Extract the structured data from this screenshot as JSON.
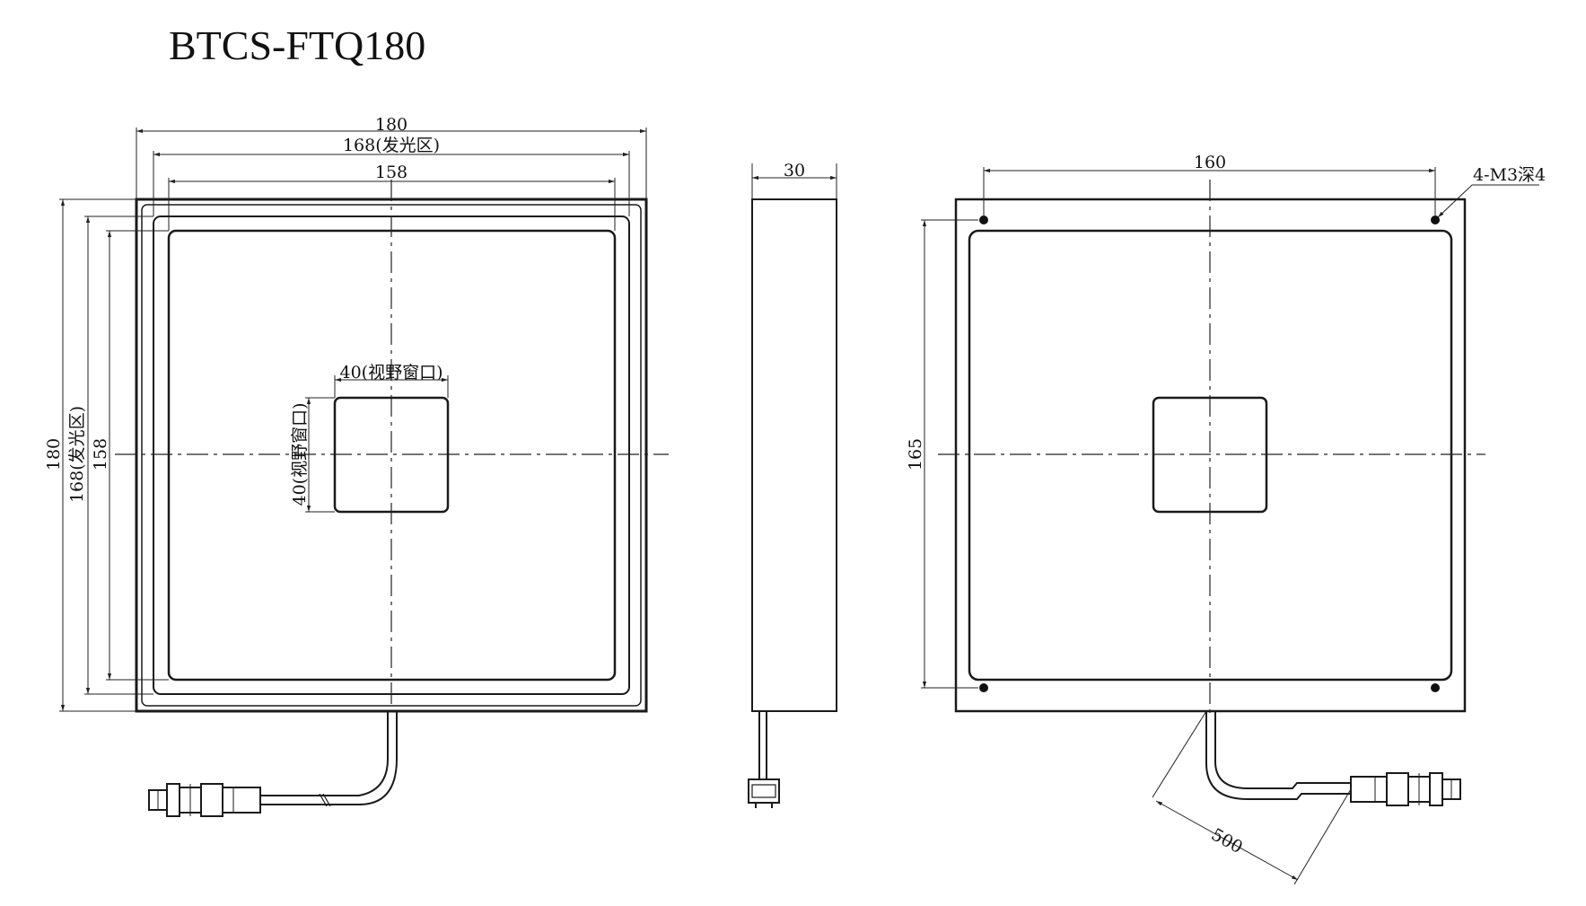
{
  "title": "BTCS-FTQ180",
  "front_view": {
    "dim_outer_width": "180",
    "dim_light_width": "168(发光区)",
    "dim_inner_width": "158",
    "dim_outer_height": "180",
    "dim_light_height": "168(发光区)",
    "dim_inner_height": "158",
    "dim_window_width": "40(视野窗口)",
    "dim_window_height": "40(视野窗口)"
  },
  "side_view": {
    "dim_thickness": "30"
  },
  "rear_view": {
    "dim_hole_spacing_x": "160",
    "dim_hole_spacing_y": "165",
    "hole_callout": "4-M3深4",
    "dim_cable_length": "500"
  },
  "colors": {
    "line": "#1a1a1a",
    "background": "#ffffff"
  }
}
